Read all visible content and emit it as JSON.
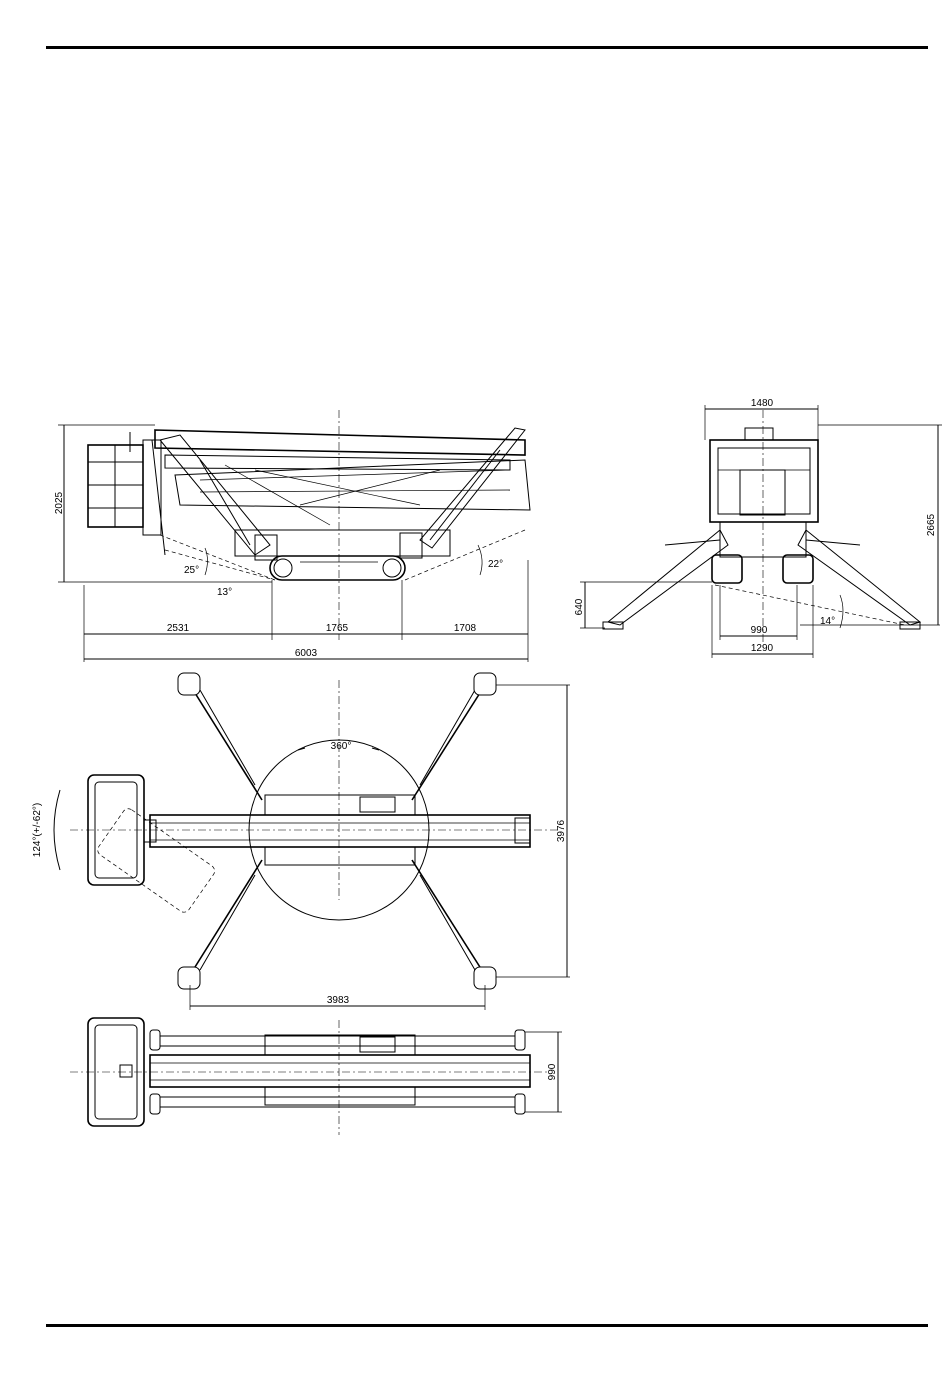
{
  "views": {
    "side": {
      "height_total": "2025",
      "angle_left_outer": "25°",
      "angle_left_inner": "13°",
      "angle_right": "22°",
      "length_rear": "2531",
      "length_track": "1765",
      "length_front": "1708",
      "length_total": "6003"
    },
    "front": {
      "width_top": "1480",
      "height_total": "2665",
      "ground_clearance": "640",
      "track_width": "990",
      "base_width": "1290",
      "angle": "14°"
    },
    "top_outriggers": {
      "rotation": "360°",
      "basket_rotation": "124°(+/-62°)",
      "outrigger_span_length": "3983",
      "outrigger_span_width": "3976"
    },
    "top_stowed": {
      "width": "990"
    }
  }
}
